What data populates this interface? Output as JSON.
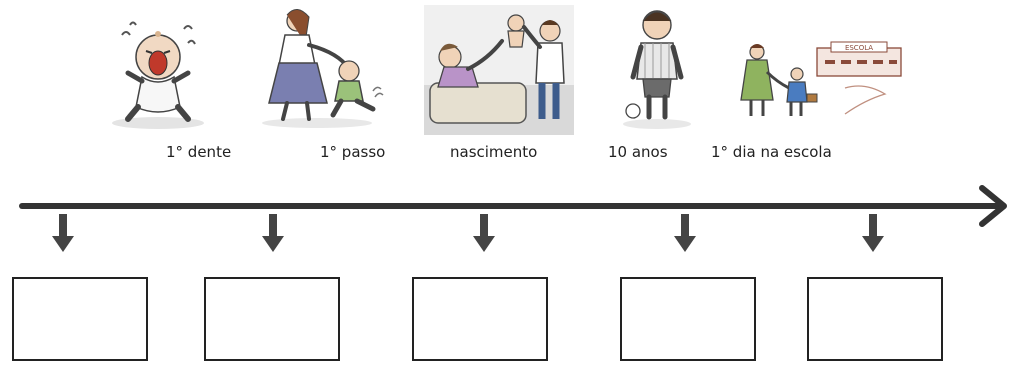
{
  "events": [
    {
      "label": "1° dente",
      "icon": "crying-baby-icon"
    },
    {
      "label": "1° passo",
      "icon": "mother-toddler-walking-icon"
    },
    {
      "label": "nascimento",
      "icon": "newborn-birth-icon"
    },
    {
      "label": "10 anos",
      "icon": "boy-with-ball-icon"
    },
    {
      "label": "1° dia na escola",
      "icon": "child-going-to-school-icon"
    }
  ],
  "school_sign": "ESCOLA",
  "boxes_count_note": "",
  "colors": {
    "line": "#333333",
    "arrow": "#444444",
    "box_border": "#222222",
    "text": "#222222"
  }
}
